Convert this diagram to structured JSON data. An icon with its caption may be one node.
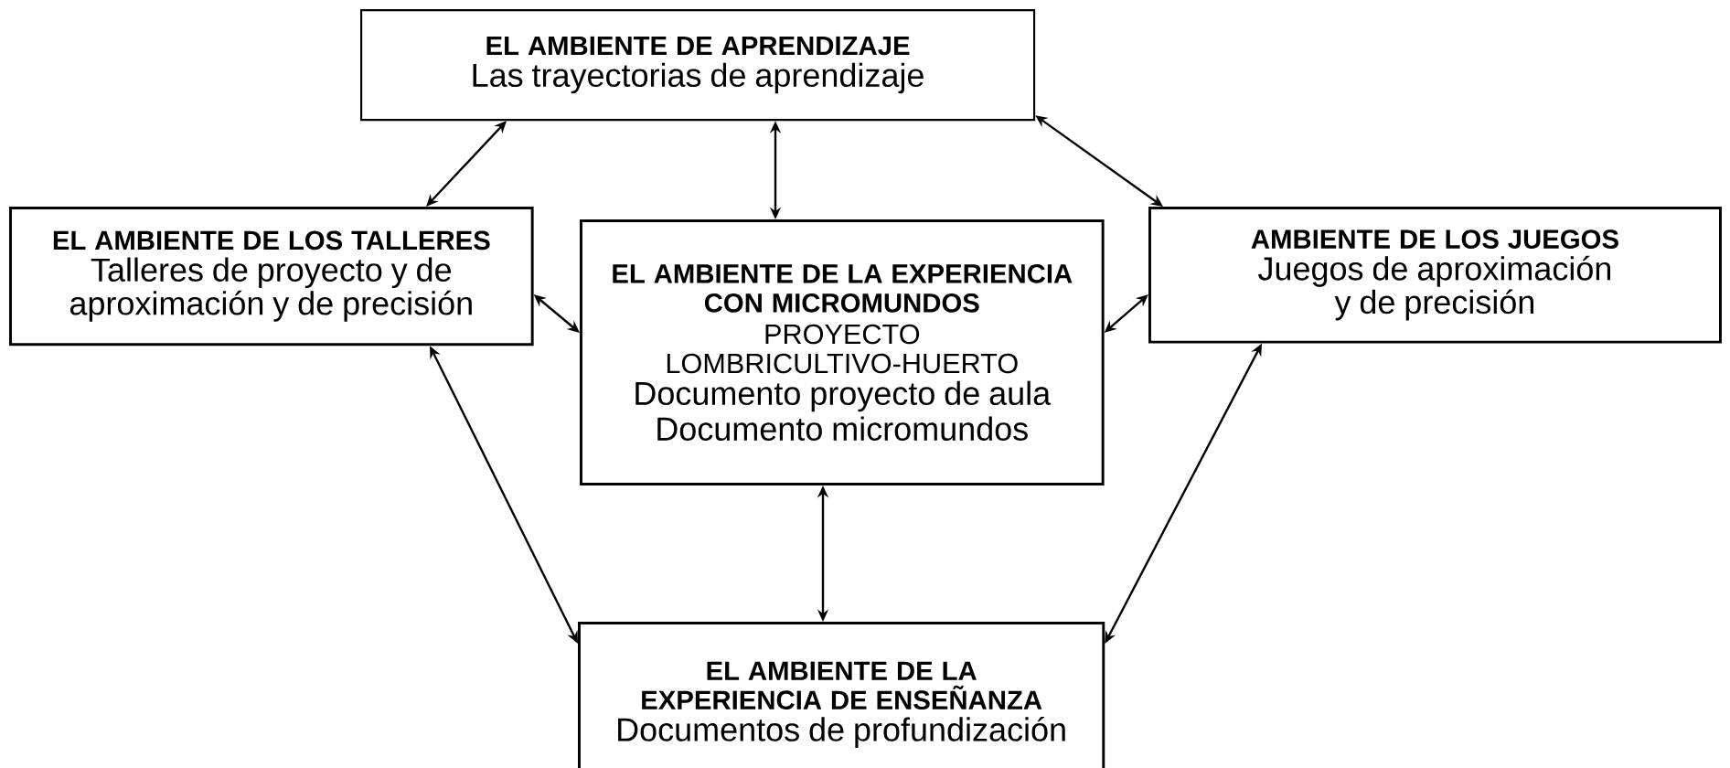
{
  "diagram": {
    "nodes": [
      {
        "text": [
          "EL AMBIENTE DE APRENDIZAJE",
          "Las trayectorias de aprendizaje"
        ]
      },
      {
        "text": [
          "EL AMBIENTE DE LOS TALLERES",
          "Talleres de proyecto y de aproximación y de precisión"
        ]
      },
      {
        "text": [
          "EL AMBIENTE DE LA EXPERIENCIA CON MICROMUNDOS",
          "PROYECTO LOMBRICULTIVO-HUERTO",
          "Documento proyecto de aula",
          "Documento micromundos"
        ]
      },
      {
        "text": [
          "AMBIENTE DE LOS JUEGOS",
          "Juegos de aproximación y de precisión"
        ]
      },
      {
        "text": [
          "EL AMBIENTE DE LA EXPERIENCIA DE ENSEÑANZA",
          "Documentos de profundización"
        ]
      }
    ],
    "edges": [
      {
        "from": 0,
        "to": 1,
        "arrow": "both"
      },
      {
        "from": 0,
        "to": 3,
        "arrow": "both"
      },
      {
        "from": 0,
        "to": 2,
        "arrow": "both"
      },
      {
        "from": 1,
        "to": 2,
        "arrow": "both"
      },
      {
        "from": 2,
        "to": 3,
        "arrow": "both"
      },
      {
        "from": 1,
        "to": 4,
        "arrow": "both"
      },
      {
        "from": 2,
        "to": 4,
        "arrow": "both"
      },
      {
        "from": 3,
        "to": 4,
        "arrow": "both"
      }
    ]
  }
}
